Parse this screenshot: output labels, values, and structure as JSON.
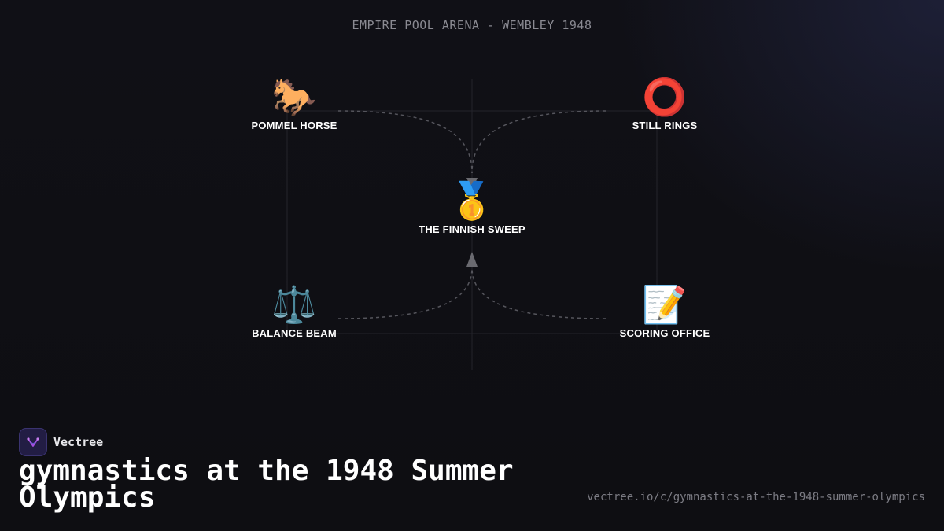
{
  "venue": "EMPIRE POOL ARENA - WEMBLEY 1948",
  "nodes": {
    "pommel_horse": {
      "icon": "horse-icon",
      "emoji": "🐎",
      "label": "POMMEL HORSE"
    },
    "still_rings": {
      "icon": "ring-icon",
      "emoji": "⭕",
      "label": "STILL RINGS"
    },
    "center": {
      "icon": "gold-medal-icon",
      "emoji": "🥇",
      "label": "THE FINNISH SWEEP"
    },
    "balance_beam": {
      "icon": "scales-icon",
      "emoji": "⚖️",
      "label": "BALANCE BEAM"
    },
    "scoring_office": {
      "icon": "memo-icon",
      "emoji": "📝",
      "label": "SCORING OFFICE"
    }
  },
  "footer": {
    "brand": "Vectree",
    "title": "gymnastics at the 1948 Summer Olympics",
    "url": "vectree.io/c/gymnastics-at-the-1948-summer-olympics"
  },
  "colors": {
    "background": "#0f0f14",
    "connector": "#55555c",
    "arrow": "#6a6a70",
    "brand_logo": "#221d44",
    "brand_accent": "#a64ee0"
  }
}
